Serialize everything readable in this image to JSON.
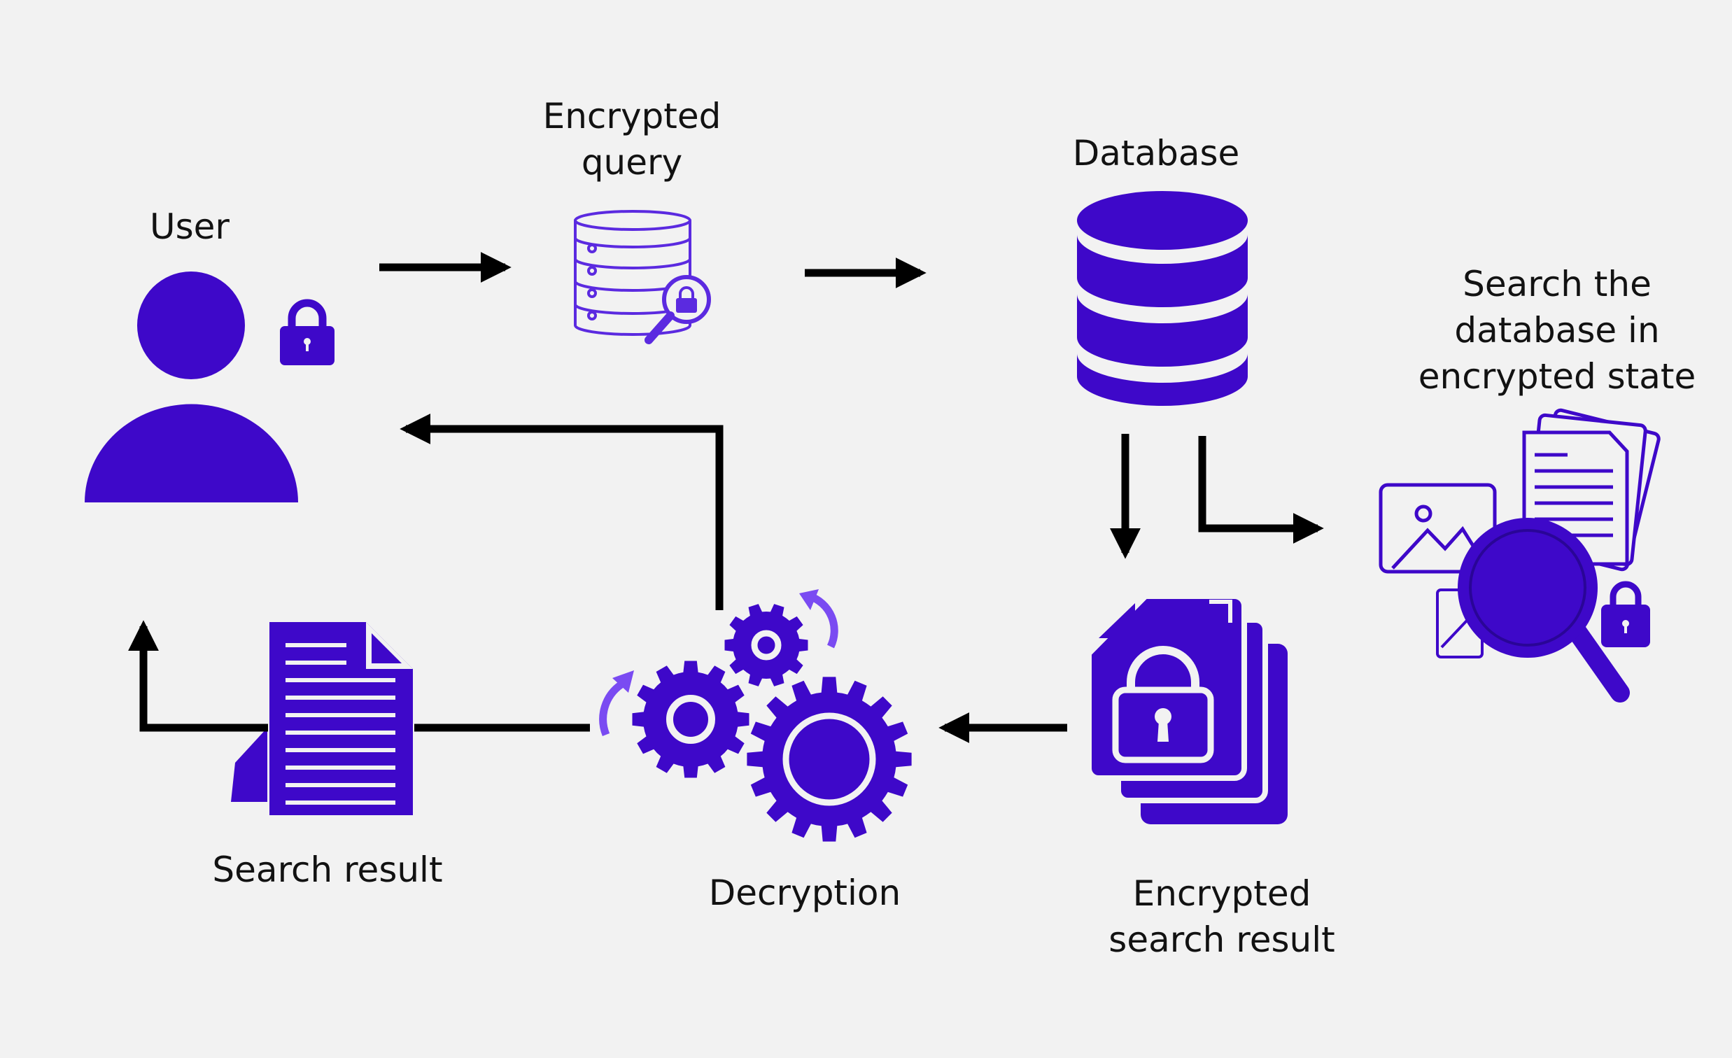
{
  "diagram": {
    "nodes": {
      "user": {
        "lines": [
          "User"
        ],
        "icon": "user-icon"
      },
      "encrypted_query": {
        "lines": [
          "Encrypted",
          "query"
        ],
        "icon": "server-lock-search-icon"
      },
      "database": {
        "lines": [
          "Database"
        ],
        "icon": "database-icon"
      },
      "search_encrypted": {
        "lines": [
          "Search the",
          "database in",
          "encrypted state"
        ],
        "icon": "encrypted-search-icon"
      },
      "encrypted_result": {
        "lines": [
          "Encrypted",
          "search result"
        ],
        "icon": "locked-documents-icon"
      },
      "decryption": {
        "lines": [
          "Decryption"
        ],
        "icon": "gears-icon"
      },
      "search_result": {
        "lines": [
          "Search result"
        ],
        "icon": "document-icon"
      }
    },
    "edges": [
      {
        "from": "user",
        "to": "encrypted_query"
      },
      {
        "from": "encrypted_query",
        "to": "database"
      },
      {
        "from": "database",
        "to": "search_encrypted"
      },
      {
        "from": "database",
        "to": "encrypted_result"
      },
      {
        "from": "encrypted_result",
        "to": "decryption"
      },
      {
        "from": "decryption",
        "to": "user"
      },
      {
        "from": "search_result",
        "to": "user"
      }
    ],
    "colors": {
      "primary": "#3e08c9",
      "accent": "#7a4bf2",
      "arrow": "#000000",
      "background": "#f2f2f2",
      "text": "#121212"
    }
  }
}
